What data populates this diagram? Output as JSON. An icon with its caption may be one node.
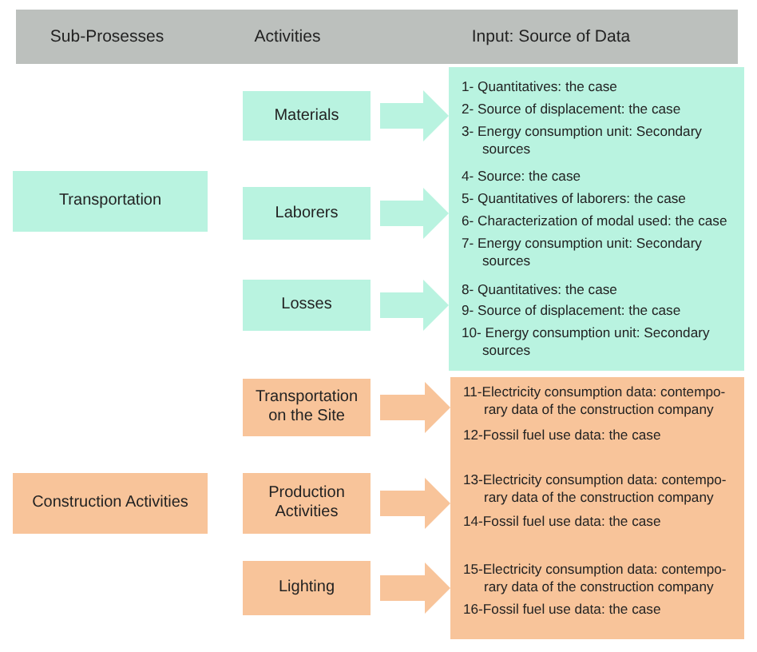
{
  "diagram": {
    "nodes": [
      {
        "text": [
          "Sub-Prosesses",
          "Activities",
          "Input: Source of Data"
        ]
      },
      {
        "text": [
          "Transportation"
        ]
      },
      {
        "text": [
          "Materials"
        ]
      },
      {
        "text": [
          "Laborers"
        ]
      },
      {
        "text": [
          "Losses"
        ]
      },
      {
        "text": [
          "1- Quantitatives: the case",
          "2- Source of displacement: the case",
          "3- Energy consumption unit: Secondary sources",
          "4- Source: the case",
          "5- Quantitatives of laborers: the case",
          "6- Characterization of modal used: the case",
          "7- Energy consumption unit: Secondary sources",
          "8- Quantitatives: the case",
          "9- Source of displacement: the case",
          "10- Energy consumption unit: Secondary sources"
        ]
      },
      {
        "text": [
          "Transportation on the Site"
        ]
      },
      {
        "text": [
          "Construction Activities"
        ]
      },
      {
        "text": [
          "Production Activities"
        ]
      },
      {
        "text": [
          "Lighting"
        ]
      },
      {
        "text": [
          "11-Electricity consumption data: contempo- rary data of the construction company",
          "12-Fossil fuel use data: the case",
          "13-Electricity consumption data: contempo- rary data of the construction company",
          "14-Fossil fuel use data: the case",
          "15-Electricity consumption data: contempo- rary data of the construction company",
          "16-Fossil fuel use data: the case"
        ]
      }
    ],
    "edges": [
      {
        "from": 2,
        "to": 5,
        "arrow": "to"
      },
      {
        "from": 3,
        "to": 5,
        "arrow": "to"
      },
      {
        "from": 4,
        "to": 5,
        "arrow": "to"
      },
      {
        "from": 6,
        "to": 10,
        "arrow": "to"
      },
      {
        "from": 8,
        "to": 10,
        "arrow": "to"
      },
      {
        "from": 9,
        "to": 10,
        "arrow": "to"
      }
    ]
  }
}
